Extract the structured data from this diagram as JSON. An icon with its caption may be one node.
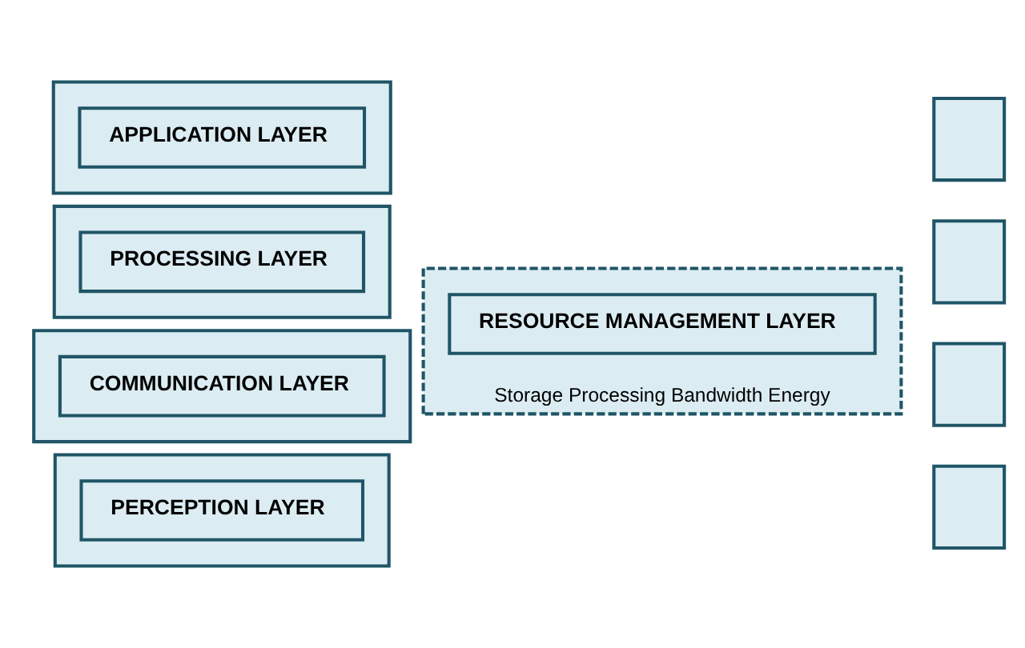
{
  "diagram": {
    "nodes": [
      {
        "text": [],
        "shape": "box"
      },
      {
        "text": [
          "APPLICATION LAYER"
        ],
        "in": 0
      },
      {
        "text": [
          "Storage Processing Bandwidth Energy"
        ]
      },
      {
        "text": [
          "RESOURCE MANAGEMENT LAYER"
        ],
        "in": 2
      },
      {
        "text": [],
        "shape": "box"
      },
      {
        "text": [],
        "shape": "box"
      },
      {
        "text": [
          "PROCESSING LAYER"
        ],
        "in": 5
      },
      {
        "text": [],
        "shape": "box"
      },
      {
        "text": [],
        "shape": "box"
      },
      {
        "text": [
          "COMMUNICATION LAYER"
        ],
        "in": 8
      },
      {
        "text": [],
        "shape": "box"
      },
      {
        "text": [],
        "shape": "box"
      },
      {
        "text": [
          "PERCEPTION LAYER"
        ],
        "in": 11
      },
      {
        "text": [],
        "shape": "box"
      }
    ],
    "edges": []
  }
}
